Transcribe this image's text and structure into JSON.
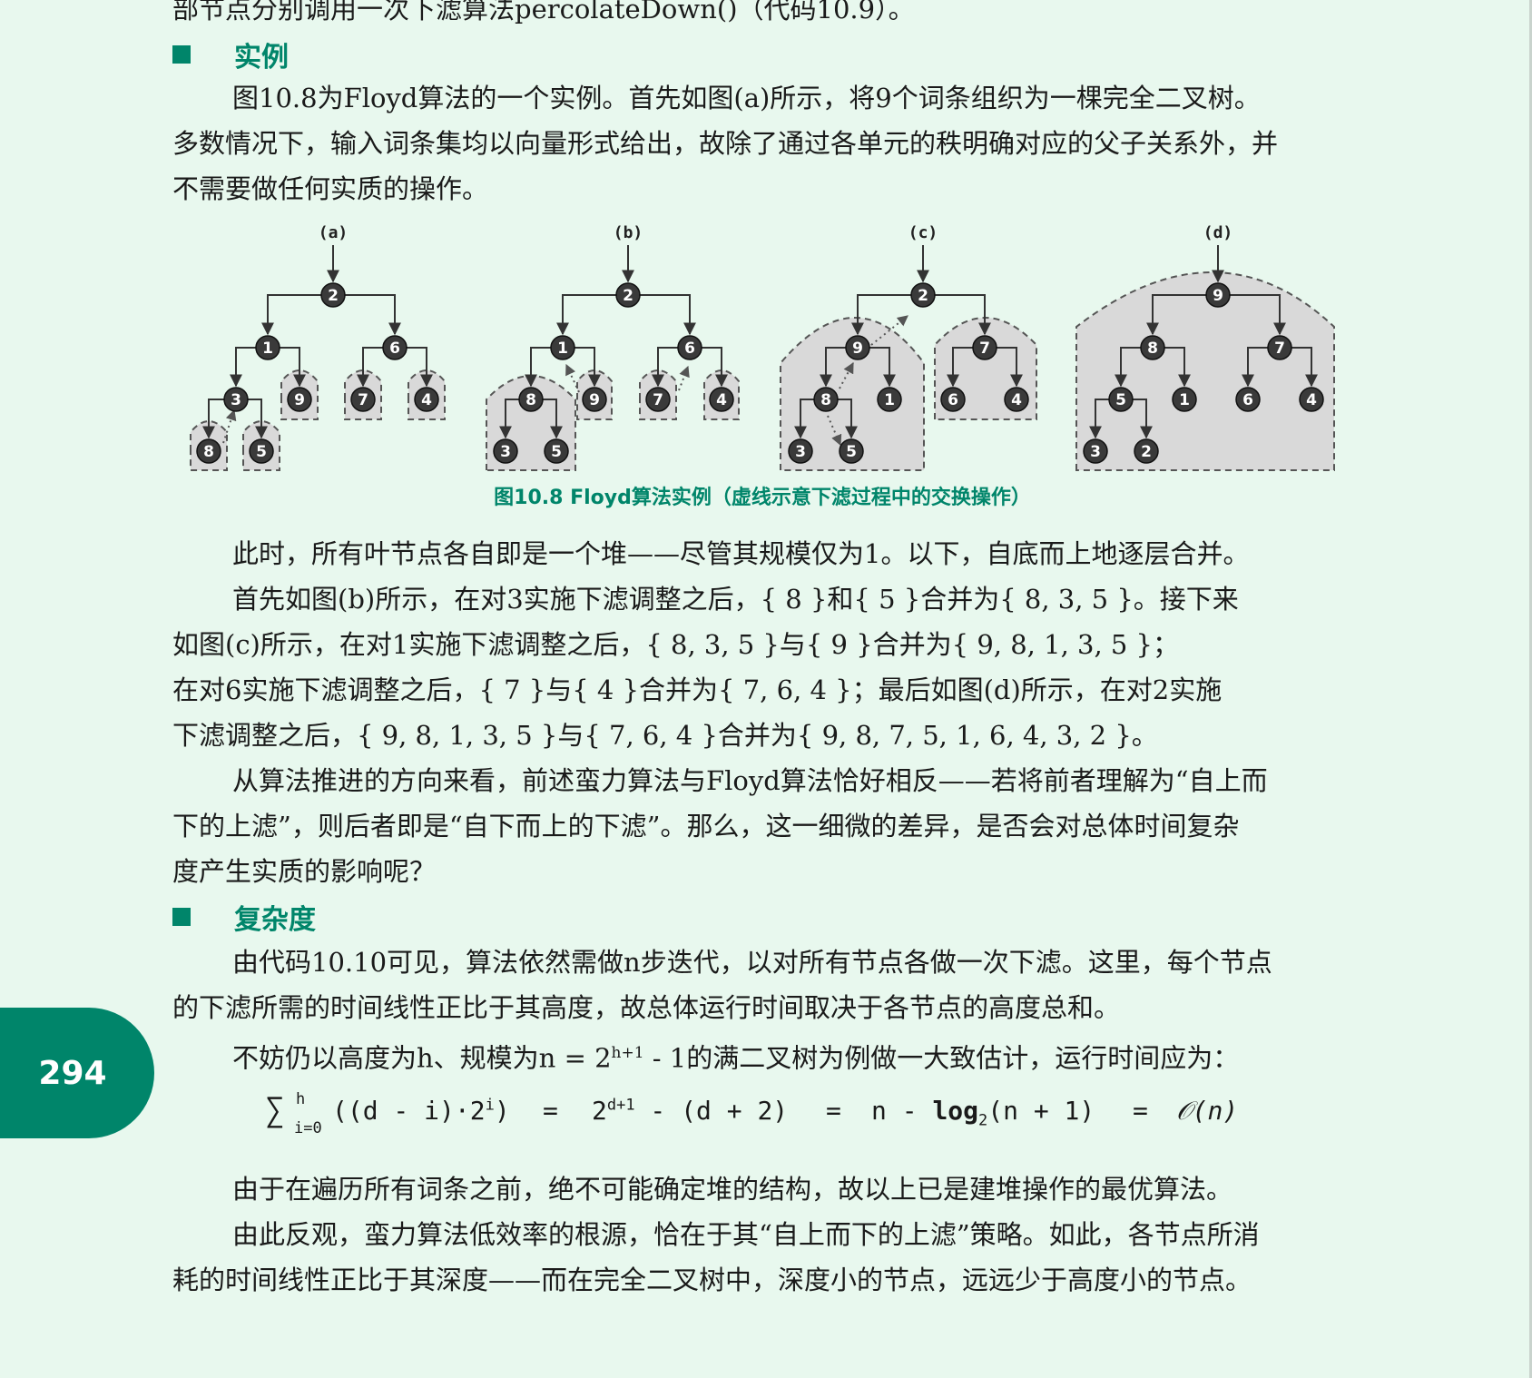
{
  "page": {
    "top_line": "部节点分别调用一次下滤算法percolateDown()（代码10.9）。",
    "section1": {
      "title": "实例"
    },
    "p1": [
      "图10.8为Floyd算法的一个实例。首先如图(a)所示，将9个词条组织为一棵完全二叉树。",
      "多数情况下，输入词条集均以向量形式给出，故除了通过各单元的秩明确对应的父子关系外，并",
      "不需要做任何实质的操作。"
    ],
    "figure": {
      "panel_labels": [
        "(a)",
        "(b)",
        "(c)",
        "(d)"
      ],
      "caption": "图10.8  Floyd算法实例（虚线示意下滤过程中的交换操作）",
      "panels": [
        {
          "nodes": [
            "2",
            "1",
            "6",
            "3",
            "9",
            "7",
            "4",
            "8",
            "5"
          ]
        },
        {
          "nodes": [
            "2",
            "1",
            "6",
            "8",
            "9",
            "7",
            "4",
            "3",
            "5"
          ]
        },
        {
          "nodes": [
            "2",
            "9",
            "7",
            "8",
            "1",
            "6",
            "4",
            "3",
            "5"
          ]
        },
        {
          "nodes": [
            "9",
            "8",
            "7",
            "5",
            "1",
            "6",
            "4",
            "3",
            "2"
          ]
        }
      ]
    },
    "p2": [
      "此时，所有叶节点各自即是一个堆——尽管其规模仅为1。以下，自底而上地逐层合并。",
      "首先如图(b)所示，在对3实施下滤调整之后，{ 8 }和{ 5 }合并为{ 8, 3, 5 }。接下来",
      "如图(c)所示，在对1实施下滤调整之后，{ 8, 3, 5 }与{ 9 }合并为{ 9, 8, 1, 3, 5 }；",
      "在对6实施下滤调整之后，{ 7 }与{ 4 }合并为{ 7, 6, 4 }；最后如图(d)所示，在对2实施",
      "下滤调整之后，{ 9, 8, 1, 3, 5 }与{ 7, 6, 4 }合并为{ 9, 8, 7, 5, 1, 6, 4, 3, 2 }。",
      "从算法推进的方向来看，前述蛮力算法与Floyd算法恰好相反——若将前者理解为“自上而",
      "下的上滤”，则后者即是“自下而上的下滤”。那么，这一细微的差异，是否会对总体时间复杂",
      "度产生实质的影响呢？"
    ],
    "section2": {
      "title": "复杂度"
    },
    "p3": [
      "由代码10.10可见，算法依然需做n步迭代，以对所有节点各做一次下滤。这里，每个节点",
      "的下滤所需的时间线性正比于其高度，故总体运行时间取决于各节点的高度总和。"
    ],
    "p4": {
      "pre": "不妨仍以高度为h、规模为n = 2",
      "sup": "h+1",
      "post": " - 1的满二叉树为例做一大致估计，运行时间应为："
    },
    "formula": {
      "sigma": "∑",
      "sigma_top": "h",
      "sigma_bottom": "i=0",
      "a": "((d - i)·2",
      "a_sup": "i",
      "a_close": ")",
      "eq1": "=",
      "b": "2",
      "b_sup": "d+1",
      "b_rest": " - (d + 2)",
      "eq2": "=",
      "c": "n - ",
      "c_log": "log",
      "c_sub": "2",
      "c_rest": "(n + 1)",
      "eq3": "=",
      "d": "𝒪(n)"
    },
    "p5": [
      "由于在遍历所有词条之前，绝不可能确定堆的结构，故以上已是建堆操作的最优算法。",
      "由此反观，蛮力算法低效率的根源，恰在于其“自上而下的上滤”策略。如此，各节点所消",
      "耗的时间线性正比于其深度——而在完全二叉树中，深度小的节点，远远少于高度小的节点。"
    ],
    "page_number": "294",
    "colors": {
      "accent": "#00856a",
      "background": "#e8f8ee",
      "node_fill": "#3a3a3a",
      "heap_fill": "#d9d9d9"
    }
  }
}
